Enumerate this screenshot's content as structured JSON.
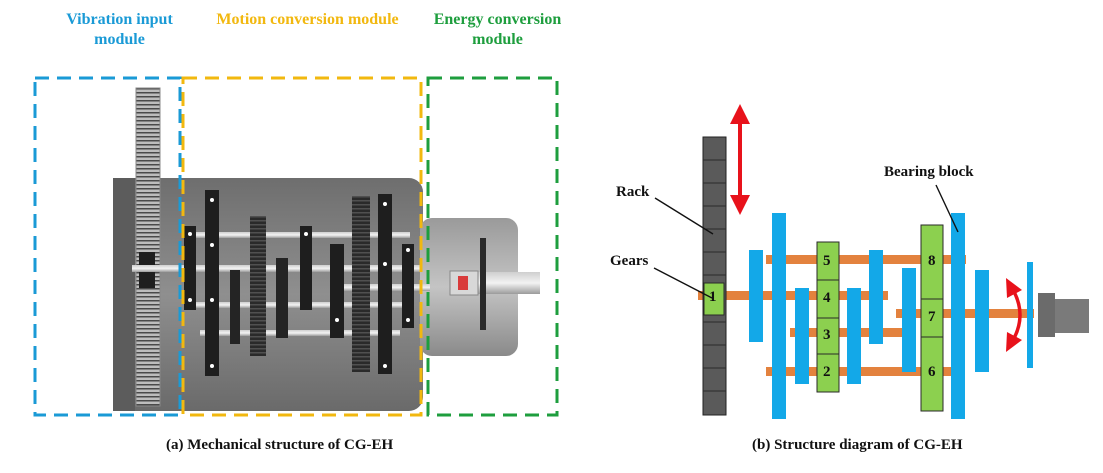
{
  "modules": {
    "vibration": {
      "label": "Vibration input module",
      "color": "#1a9ad6"
    },
    "motion": {
      "label": "Motion conversion module",
      "color": "#f2b80f"
    },
    "energy": {
      "label": "Energy conversion module",
      "color": "#1e9e3e"
    }
  },
  "panel_a": {
    "caption": "(a) Mechanical structure of CG-EH"
  },
  "panel_b": {
    "caption": "(b) Structure diagram of CG-EH",
    "labels": {
      "rack": "Rack",
      "gears": "Gears",
      "bearing": "Bearing block"
    },
    "gear_numbers": [
      "1",
      "2",
      "3",
      "4",
      "5",
      "6",
      "7",
      "8"
    ]
  },
  "colors": {
    "rack_fill": "#5a5a5a",
    "blue_block": "#13a8e8",
    "green_gear": "#8cd04f",
    "shaft": "#e3823e",
    "arrow": "#e8121b",
    "generator": "#777777"
  }
}
